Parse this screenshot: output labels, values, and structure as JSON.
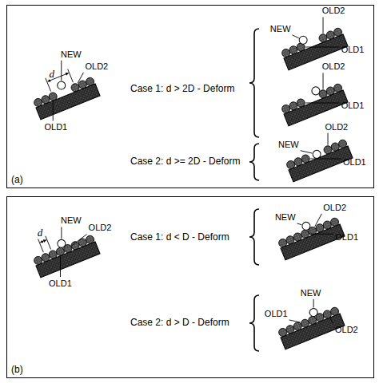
{
  "diagram": {
    "nodes": [
      {
        "text": [
          "(a)"
        ]
      },
      {
        "text": [
          "(b)"
        ]
      }
    ],
    "labels": [
      "d",
      "NEW",
      "OLD2",
      "OLD1",
      "Case 1: d > 2D - Deform",
      "NEW",
      "OLD2",
      "OLD1",
      "OLD2",
      "OLD1",
      "Case 2: d >= 2D - Deform",
      "NEW",
      "OLD2",
      "OLD1",
      "d",
      "NEW",
      "OLD2",
      "OLD1",
      "Case 1: d < D - Deform",
      "NEW",
      "OLD2",
      "OLD1",
      "Case 2: d > D - Deform",
      "OLD1",
      "NEW",
      "OLD2"
    ]
  }
}
